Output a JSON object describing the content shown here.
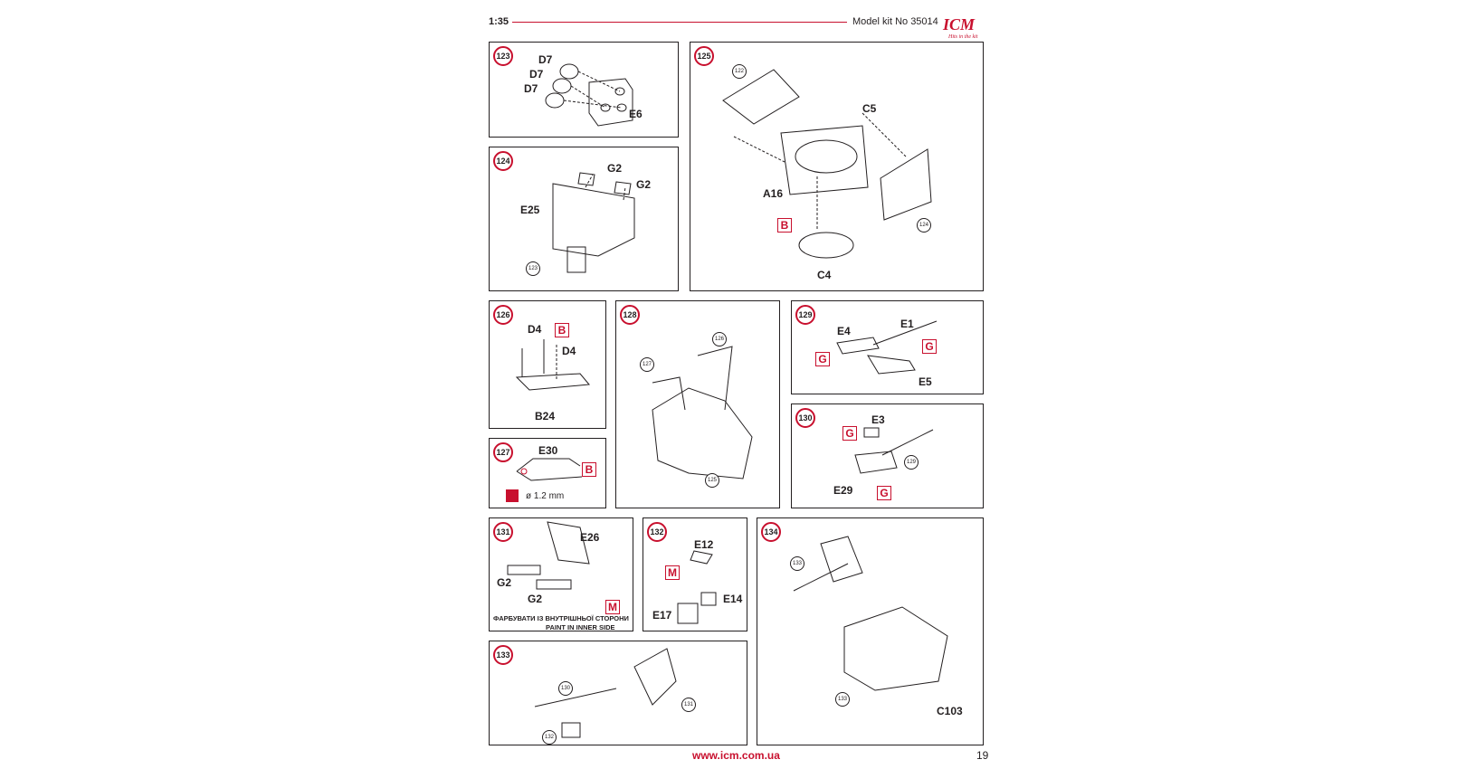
{
  "header": {
    "scale": "1:35",
    "kit": "Model kit No 35014",
    "logo": "ICM",
    "logo_tagline": "Hits in the kit"
  },
  "footer": {
    "url": "www.icm.com.ua",
    "page": "19"
  },
  "colors": {
    "accent": "#c8102e",
    "ink": "#231f20"
  },
  "steps": {
    "s123": {
      "num": "123",
      "labels": [
        "D7",
        "D7",
        "D7",
        "E6"
      ]
    },
    "s124": {
      "num": "124",
      "labels": [
        "G2",
        "G2",
        "E25"
      ],
      "refs": [
        "123"
      ]
    },
    "s125": {
      "num": "125",
      "labels": [
        "C5",
        "A16",
        "C4"
      ],
      "paint": [
        "B"
      ],
      "refs": [
        "122",
        "124"
      ]
    },
    "s126": {
      "num": "126",
      "labels": [
        "D4",
        "D4",
        "B24"
      ],
      "paint": [
        "B"
      ]
    },
    "s127": {
      "num": "127",
      "labels": [
        "E30"
      ],
      "paint": [
        "B"
      ],
      "drill": "ø 1.2 mm"
    },
    "s128": {
      "num": "128",
      "refs": [
        "126",
        "127",
        "125"
      ]
    },
    "s129": {
      "num": "129",
      "labels": [
        "E4",
        "E1",
        "E5"
      ],
      "paint": [
        "G",
        "G"
      ]
    },
    "s130": {
      "num": "130",
      "labels": [
        "E3",
        "E29"
      ],
      "paint": [
        "G",
        "G"
      ],
      "refs": [
        "129"
      ]
    },
    "s131": {
      "num": "131",
      "labels": [
        "E26",
        "G2",
        "G2"
      ],
      "paint": [
        "M"
      ],
      "note_ua": "ФАРБУВАТИ ІЗ ВНУТРІШНЬОЇ СТОРОНИ",
      "note_en": "PAINT IN INNER SIDE"
    },
    "s132": {
      "num": "132",
      "labels": [
        "E12",
        "E14",
        "E17"
      ],
      "paint": [
        "M"
      ]
    },
    "s133": {
      "num": "133",
      "refs": [
        "130",
        "131",
        "132"
      ]
    },
    "s134": {
      "num": "134",
      "labels": [
        "C103"
      ],
      "refs": [
        "133",
        "133"
      ]
    }
  }
}
